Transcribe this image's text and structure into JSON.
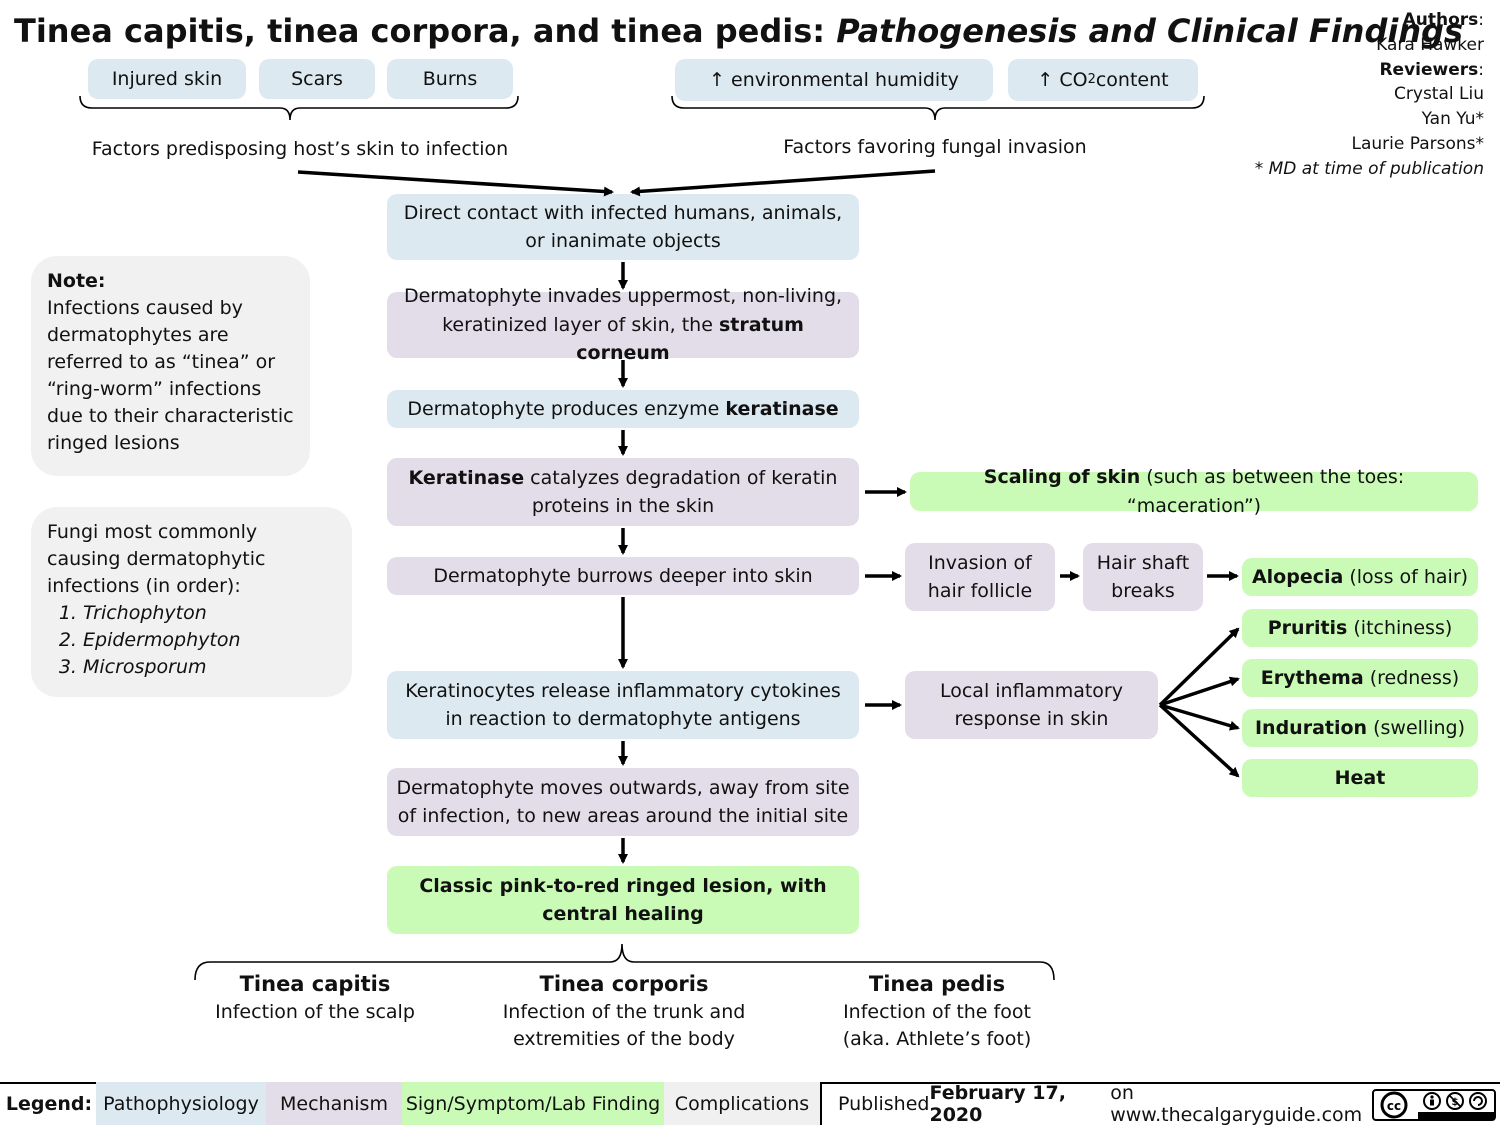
{
  "title": {
    "main": "Tinea capitis, tinea corpora, and tinea pedis: ",
    "italic": "Pathogenesis and Clinical Findings"
  },
  "credits": {
    "authors_label": "Authors",
    "author1": "Kara Hawker",
    "reviewers_label": "Reviewers",
    "reviewer1": "Crystal Liu",
    "reviewer2": "Yan Yu*",
    "reviewer3": "Laurie Parsons*",
    "footnote": "* MD at time of publication"
  },
  "host_factors": {
    "items": [
      "Injured skin",
      "Scars",
      "Burns"
    ],
    "caption": "Factors predisposing host’s skin to infection"
  },
  "fungal_factors": {
    "humidity": "environmental humidity",
    "co2_prefix": "CO",
    "co2_sub": "2",
    "co2_suffix": " content",
    "up_arrow": "↑",
    "caption": "Factors favoring fungal invasion"
  },
  "note": {
    "heading": "Note:",
    "text": "Infections caused by dermatophytes are referred to as “tinea” or “ring-worm” infections due to their characteristic ringed lesions"
  },
  "fungi": {
    "intro": "Fungi most commonly causing dermatophytic infections (in order):",
    "list": [
      "Trichophyton",
      "Epidermophyton",
      "Microsporum"
    ]
  },
  "flow": {
    "contact": "Direct contact with infected humans, animals, or inanimate objects",
    "invades_pre": "Dermatophyte invades uppermost, non-living, keratinized layer of skin, the ",
    "invades_bold": "stratum corneum",
    "produces_pre": "Dermatophyte produces enzyme ",
    "produces_bold": "keratinase",
    "catalyzes_bold": "Keratinase",
    "catalyzes_post": " catalyzes degradation of keratin proteins in the skin",
    "burrows": "Dermatophyte burrows deeper into skin",
    "cytokines": "Keratinocytes release inflammatory cytokines in reaction to dermatophyte antigens",
    "moves": "Dermatophyte moves outwards, away from site of infection, to new areas around the initial site",
    "lesion": "Classic pink-to-red ringed lesion, with central healing"
  },
  "right": {
    "scaling_bold": "Scaling of skin",
    "scaling_post": " (such as between the toes: “maceration”)",
    "invasion": "Invasion of hair follicle",
    "hairshaft": "Hair shaft breaks",
    "alopecia_bold": "Alopecia",
    "alopecia_post": " (loss of hair)",
    "local": "Local inflammatory response in skin",
    "pruritis_bold": "Pruritis",
    "pruritis_post": " (itchiness)",
    "erythema_bold": "Erythema",
    "erythema_post": " (redness)",
    "induration_bold": "Induration",
    "induration_post": " (swelling)",
    "heat": "Heat"
  },
  "types": [
    {
      "name": "Tinea capitis",
      "desc": "Infection of the scalp"
    },
    {
      "name": "Tinea corporis",
      "desc": "Infection of the trunk and extremities of the body"
    },
    {
      "name": "Tinea pedis",
      "desc": "Infection of the foot (aka. Athlete’s foot)"
    }
  ],
  "legend": {
    "label": "Legend:",
    "items": [
      "Pathophysiology",
      "Mechanism",
      "Sign/Symptom/Lab Finding",
      "Complications"
    ],
    "colors": [
      "#dde9f1",
      "#e3dde9",
      "#c9fbb6",
      "#f0f0f0"
    ],
    "published_pre": "Published ",
    "published_date": "February 17, 2020",
    "published_post": " on www.thecalgaryguide.com",
    "license_icon": "cc-by-nc-sa-icon"
  }
}
